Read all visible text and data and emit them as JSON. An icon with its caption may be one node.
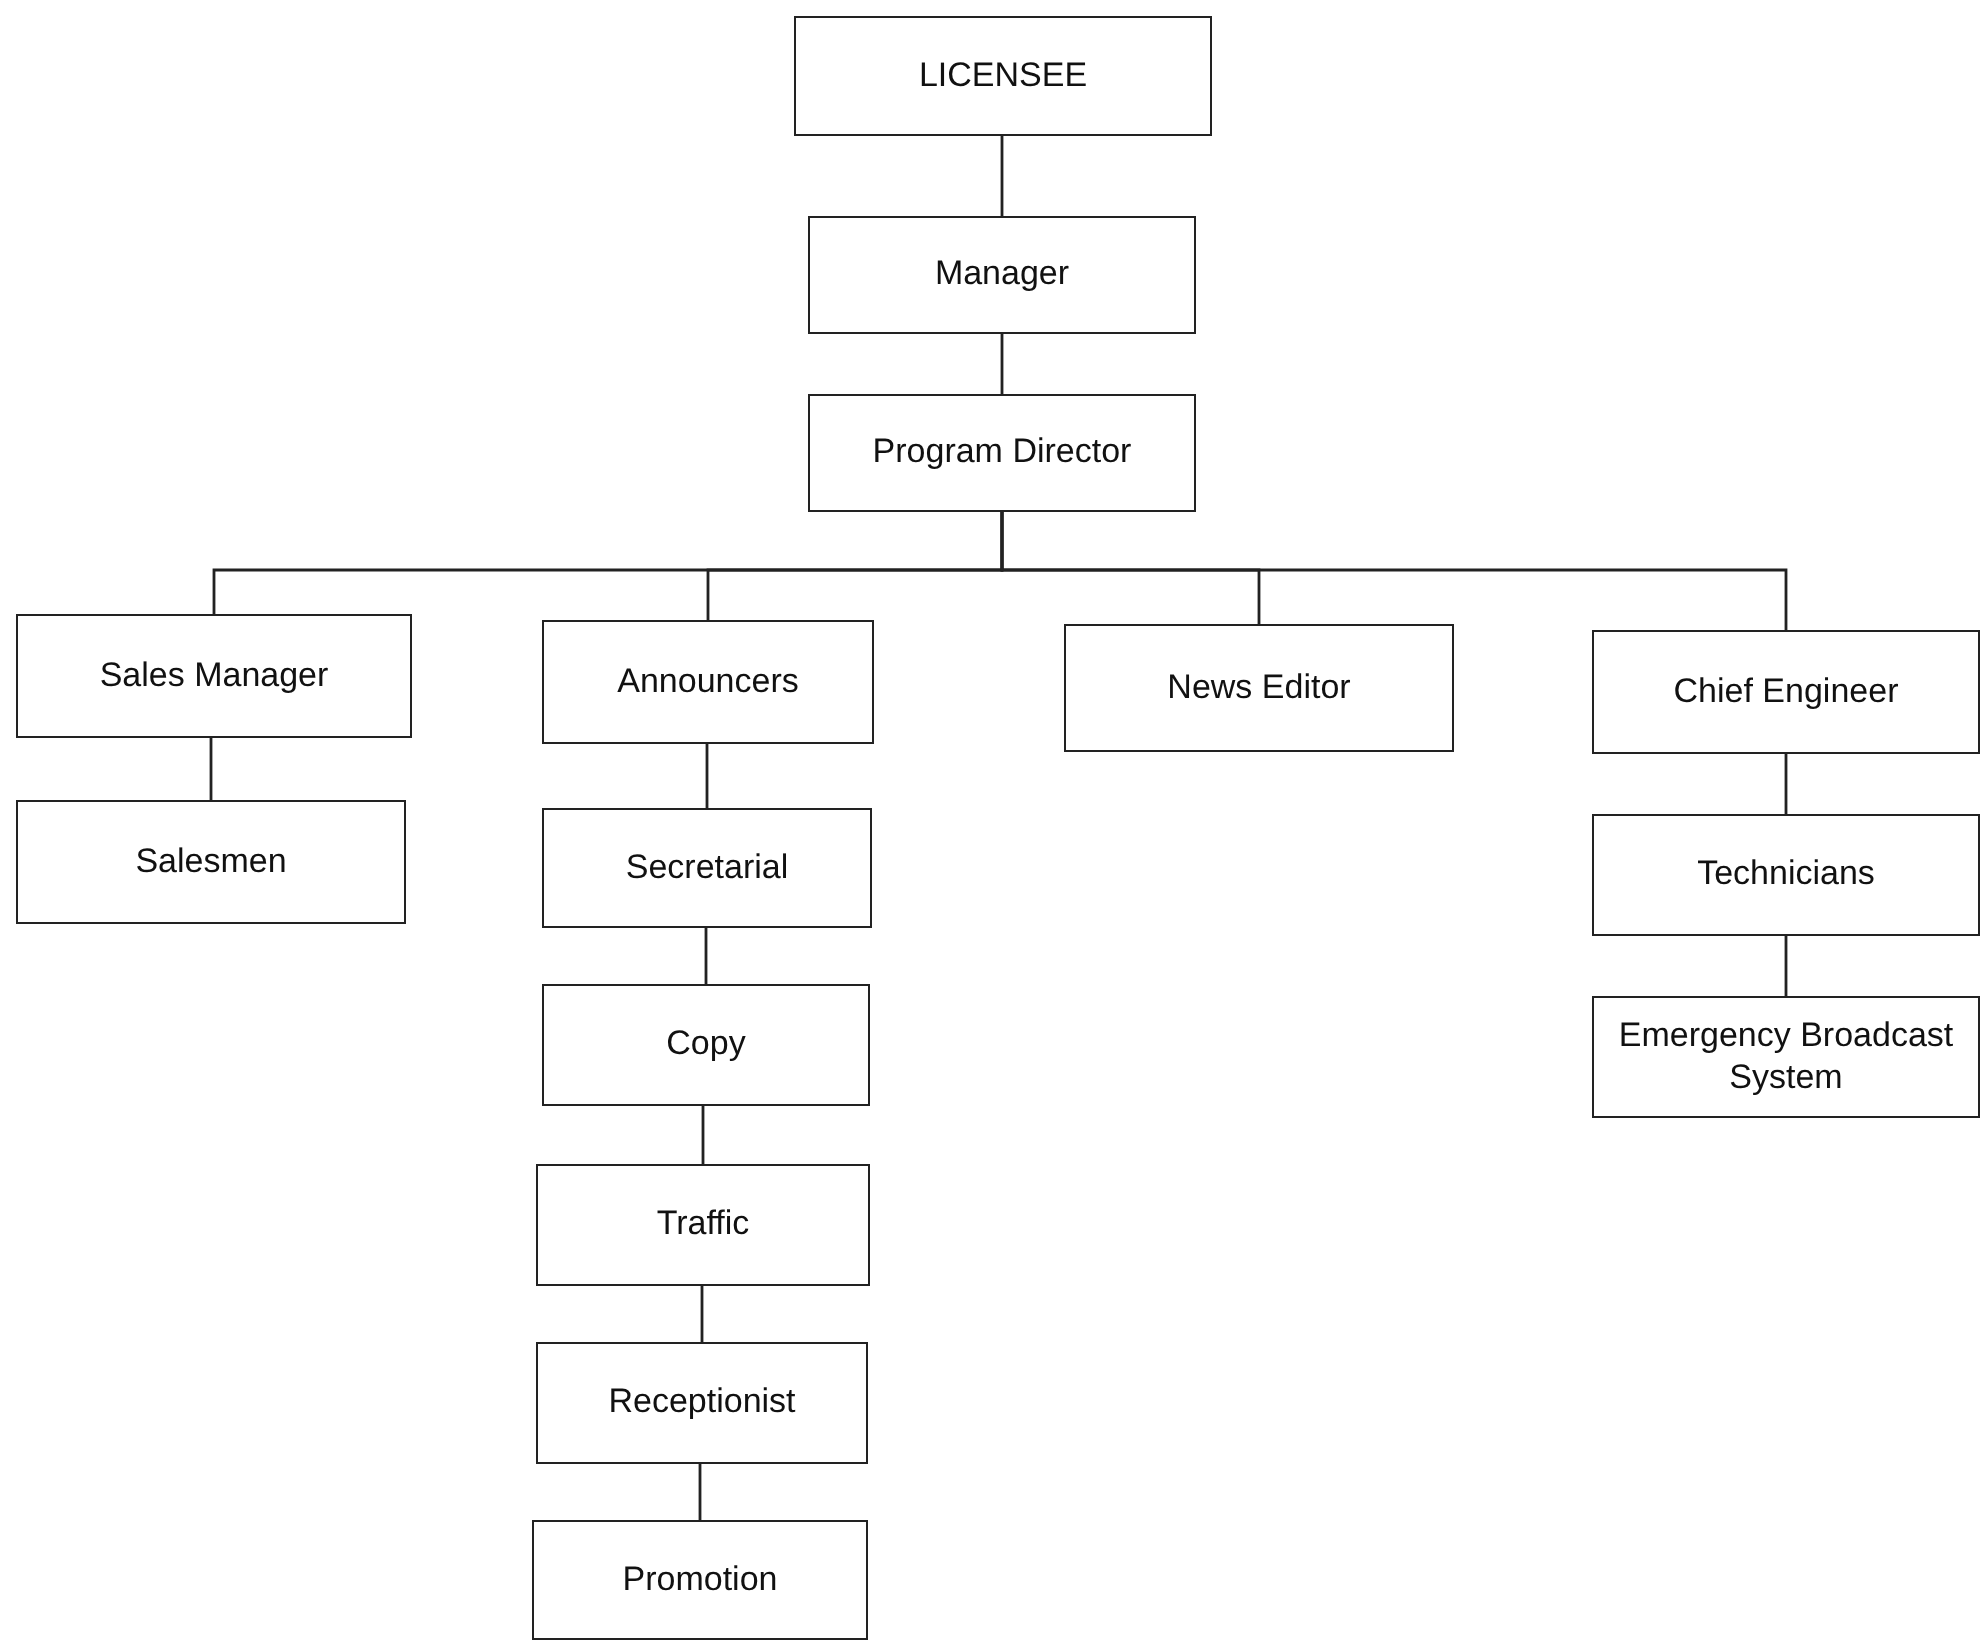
{
  "diagram": {
    "nodes": [
      {
        "text": [
          "LICENSEE"
        ]
      },
      {
        "text": [
          "Manager"
        ]
      },
      {
        "text": [
          "Program Director"
        ]
      },
      {
        "text": [
          "Sales Manager"
        ]
      },
      {
        "text": [
          "Salesmen"
        ]
      },
      {
        "text": [
          "Announcers"
        ]
      },
      {
        "text": [
          "Secretarial"
        ]
      },
      {
        "text": [
          "Copy"
        ]
      },
      {
        "text": [
          "Traffic"
        ]
      },
      {
        "text": [
          "Receptionist"
        ]
      },
      {
        "text": [
          "Promotion"
        ]
      },
      {
        "text": [
          "News Editor"
        ]
      },
      {
        "text": [
          "Chief Engineer"
        ]
      },
      {
        "text": [
          "Technicians"
        ]
      },
      {
        "text": [
          "Emergency Broadcast System"
        ]
      }
    ],
    "edges": [
      {
        "from": 0,
        "to": 1,
        "arrow": "none"
      },
      {
        "from": 1,
        "to": 2,
        "arrow": "none"
      },
      {
        "from": 2,
        "to": 3,
        "arrow": "none"
      },
      {
        "from": 2,
        "to": 5,
        "arrow": "none"
      },
      {
        "from": 2,
        "to": 11,
        "arrow": "none"
      },
      {
        "from": 2,
        "to": 12,
        "arrow": "none"
      },
      {
        "from": 3,
        "to": 4,
        "arrow": "none"
      },
      {
        "from": 5,
        "to": 6,
        "arrow": "none"
      },
      {
        "from": 6,
        "to": 7,
        "arrow": "none"
      },
      {
        "from": 7,
        "to": 8,
        "arrow": "none"
      },
      {
        "from": 8,
        "to": 9,
        "arrow": "none"
      },
      {
        "from": 9,
        "to": 10,
        "arrow": "none"
      },
      {
        "from": 12,
        "to": 13,
        "arrow": "none"
      },
      {
        "from": 13,
        "to": 14,
        "arrow": "none"
      }
    ]
  }
}
